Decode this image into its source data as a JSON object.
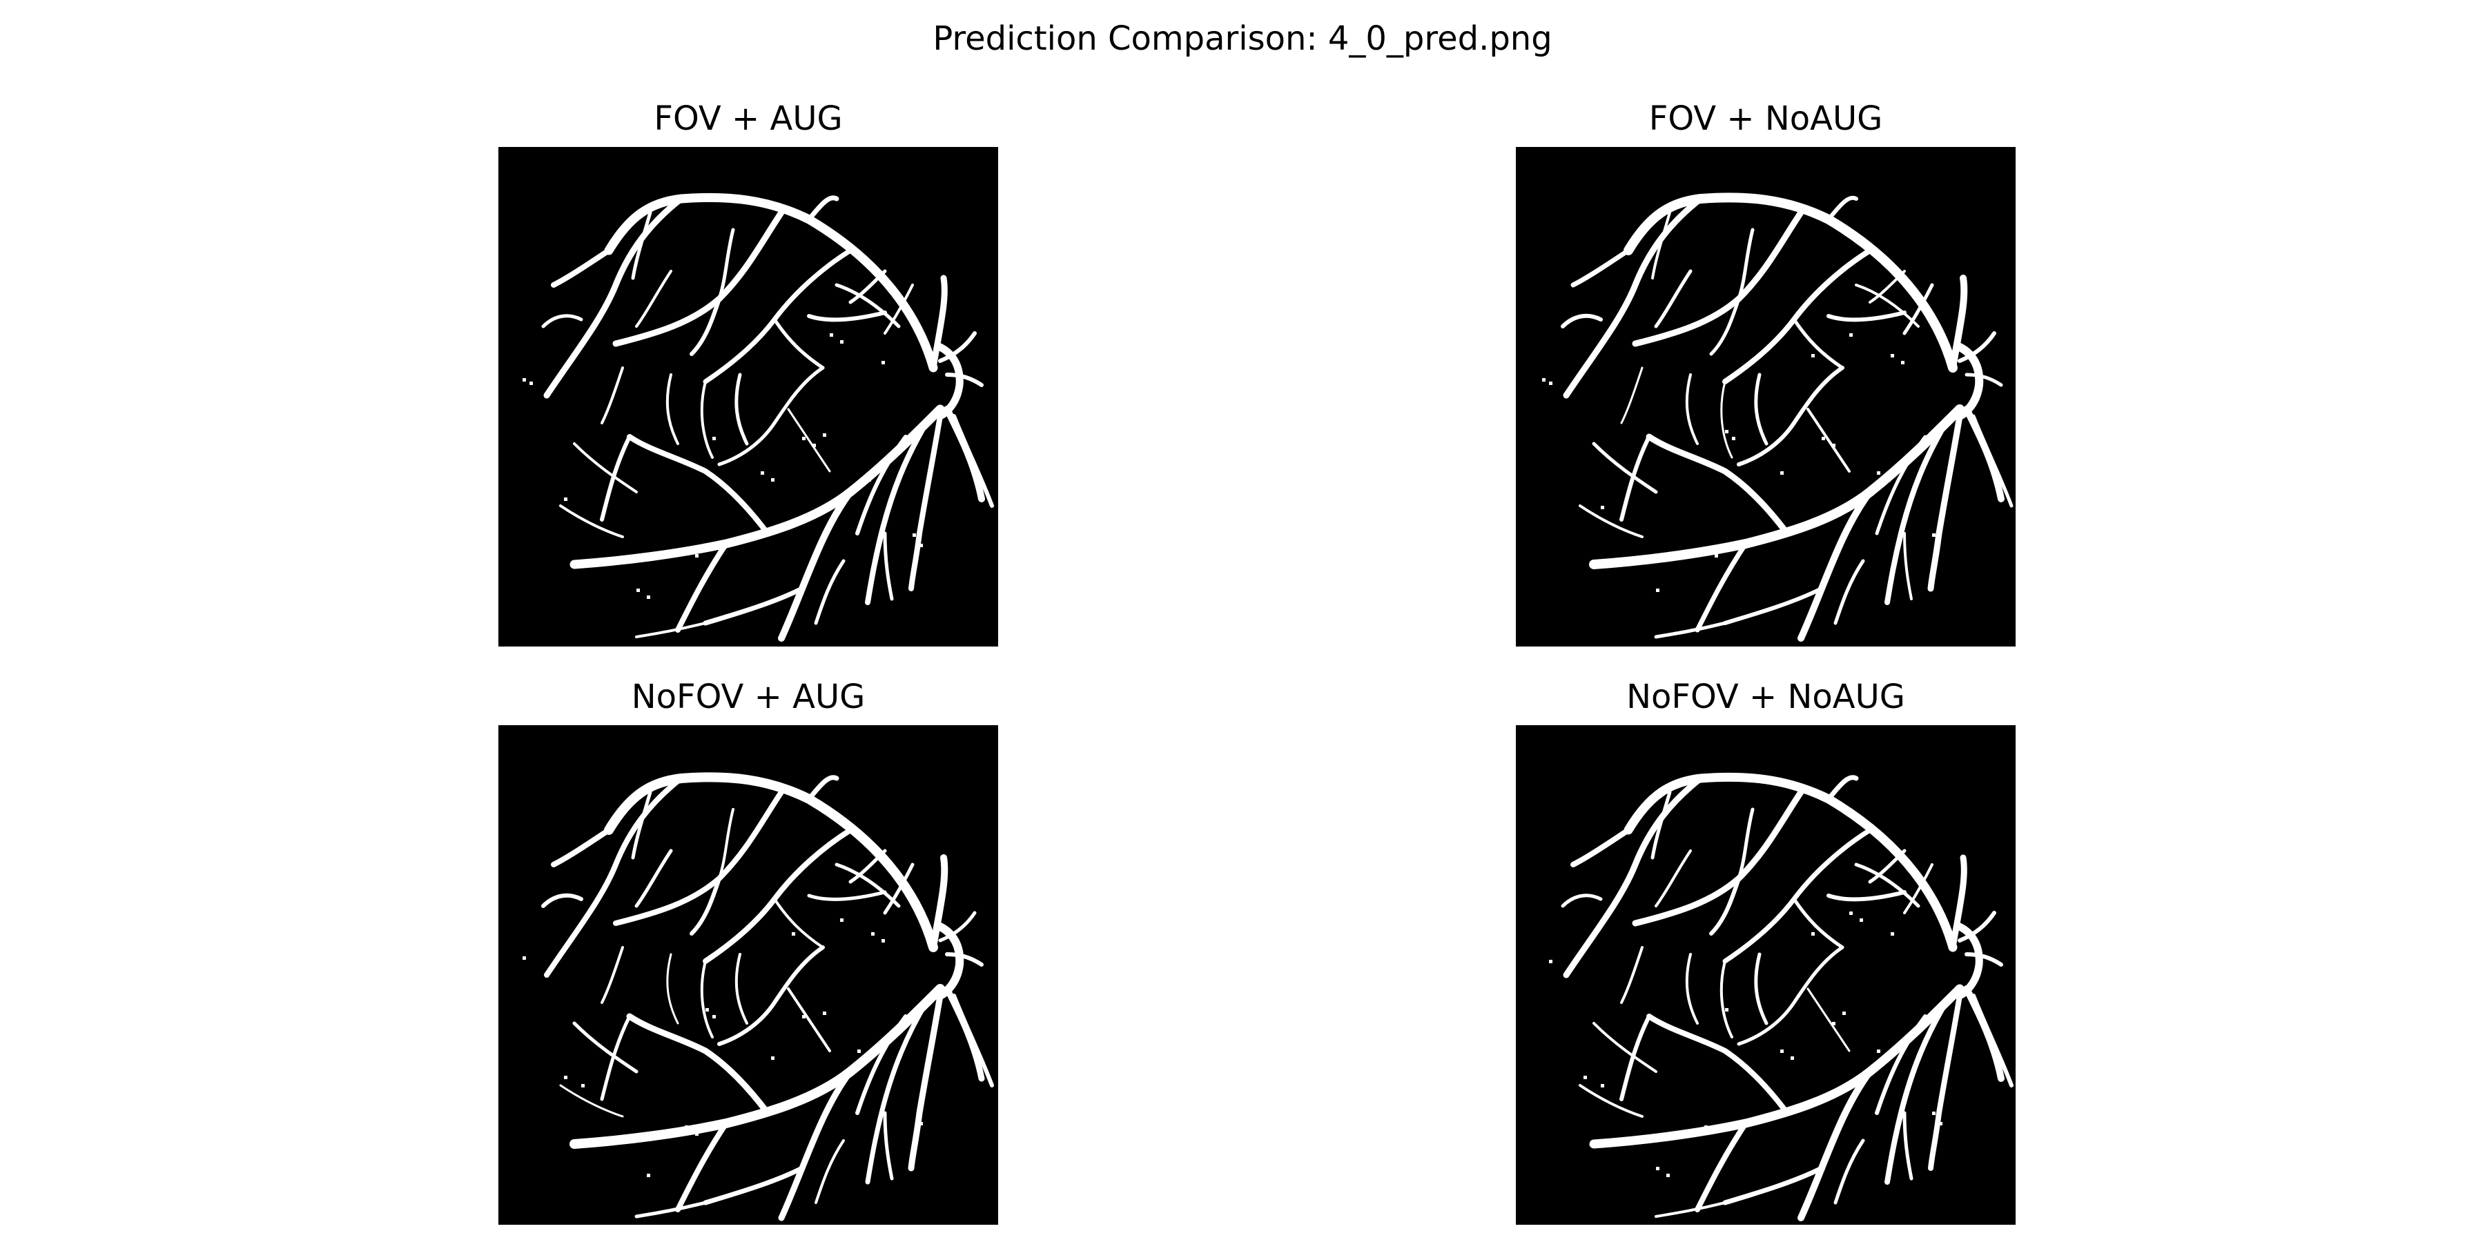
{
  "figure": {
    "title": "Prediction Comparison: 4_0_pred.png"
  },
  "panels": [
    {
      "title": "FOV + AUG"
    },
    {
      "title": "FOV + NoAUG"
    },
    {
      "title": "NoFOV + AUG"
    },
    {
      "title": "NoFOV + NoAUG"
    }
  ],
  "colors": {
    "background": "#ffffff",
    "image_background": "#000000",
    "vessels": "#ffffff"
  }
}
